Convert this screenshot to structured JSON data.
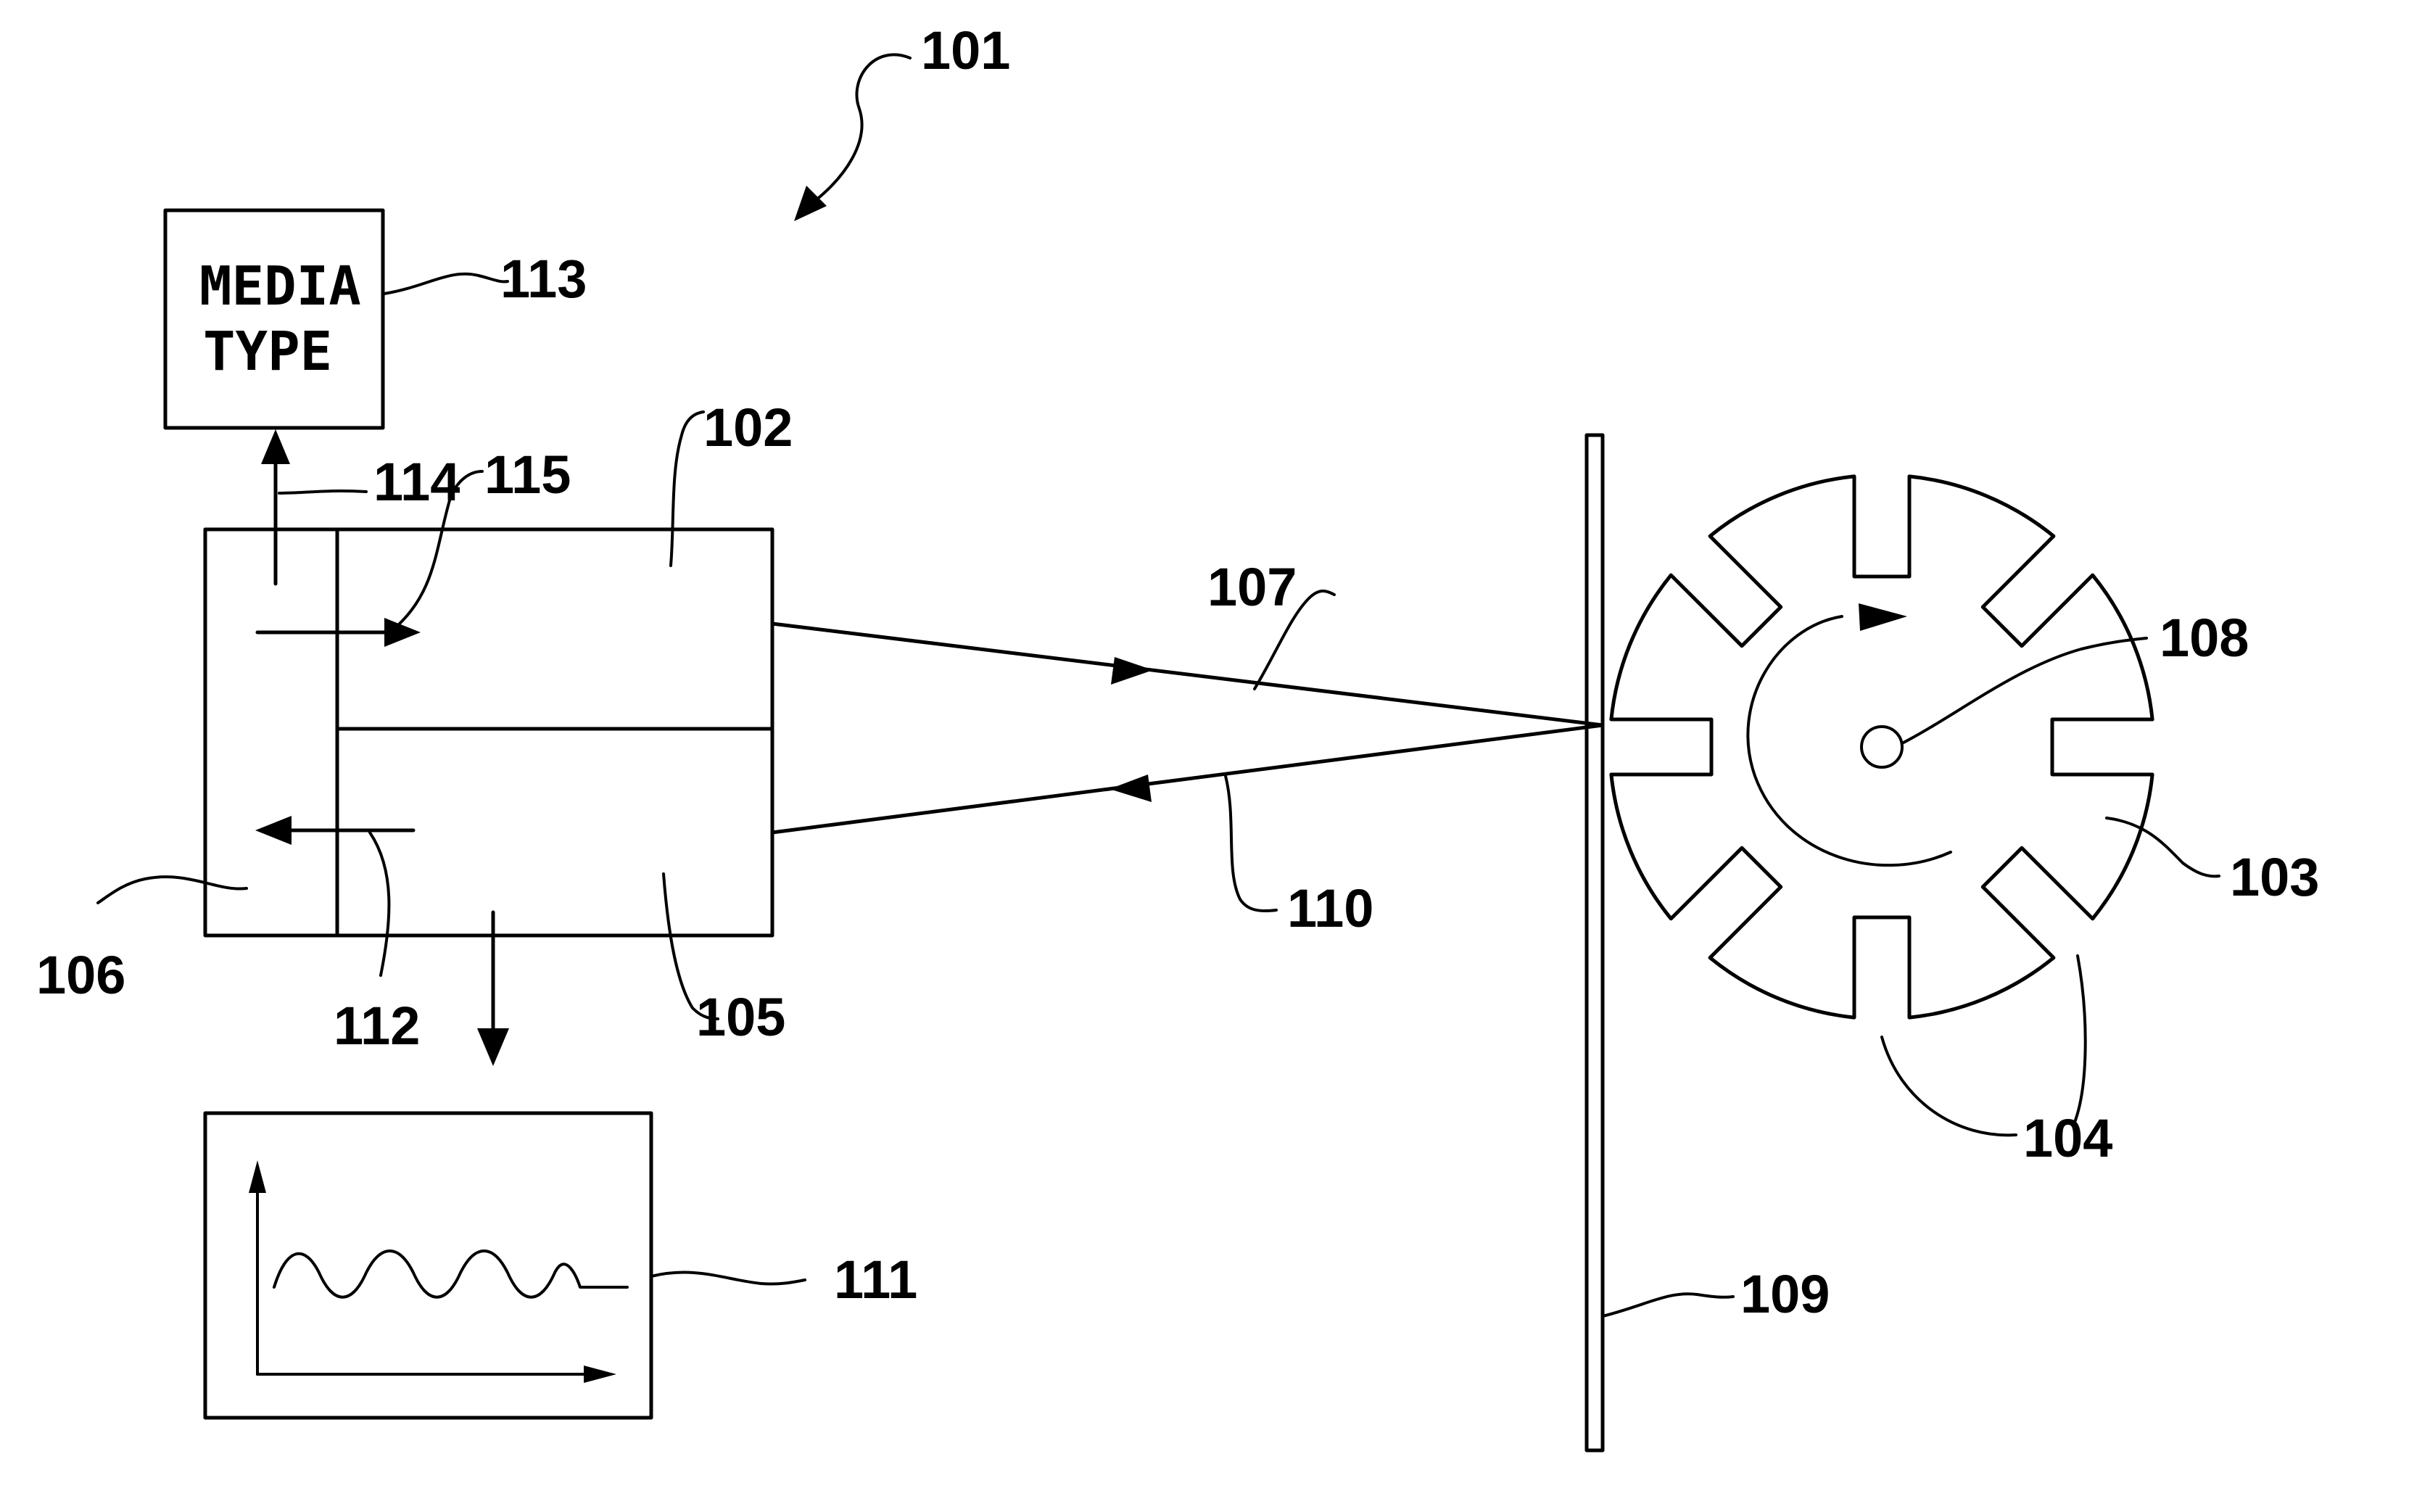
{
  "media_box": {
    "line1": "MEDIA",
    "line2": "TYPE"
  },
  "labels": {
    "system": "101",
    "emitter": "102",
    "disk": "103",
    "slots": "104",
    "detector": "105",
    "processor": "106",
    "emitted_beam": "107",
    "axis": "108",
    "media": "109",
    "reflected_beam": "110",
    "waveform": "111",
    "signal": "112",
    "media_type": "113",
    "output": "114",
    "control": "115"
  }
}
